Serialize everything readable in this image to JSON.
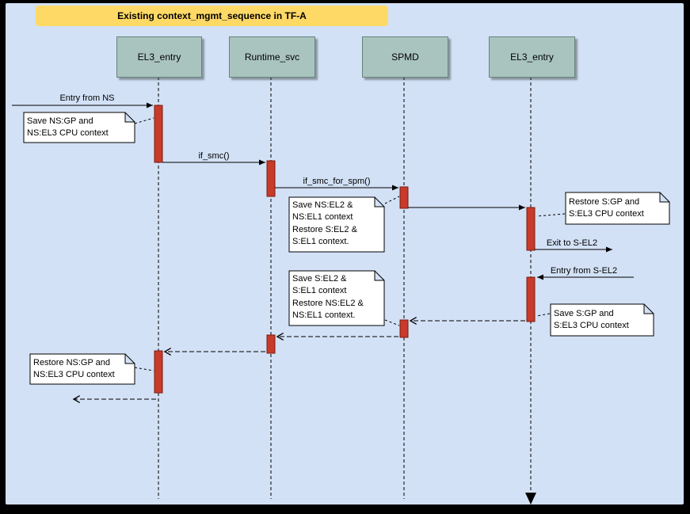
{
  "title": "Existing context_mgmt_sequence in TF-A",
  "participants": [
    {
      "label": "EL3_entry"
    },
    {
      "label": "Runtime_svc"
    },
    {
      "label": "SPMD"
    },
    {
      "label": "EL3_entry"
    }
  ],
  "messages": {
    "entry_from_ns": "Entry from NS",
    "if_smc": "if_smc()",
    "if_smc_for_spm": "if_smc_for_spm()",
    "exit_to_s_el2": "Exit to S-EL2",
    "entry_from_s_el2": "Entry from S-EL2"
  },
  "notes": {
    "save_ns_gp": "Save NS:GP and\nNS:EL3 CPU context",
    "save_ns_el2": "Save NS:EL2 &\nNS:EL1 context\nRestore S:EL2 &\nS:EL1 context.",
    "restore_s_gp": "Restore S:GP and\nS:EL3 CPU context",
    "save_s_el2": "Save S:EL2 &\nS:EL1 context\nRestore NS:EL2 &\nNS:EL1 context.",
    "save_s_gp": "Save S:GP and\nS:EL3 CPU context",
    "restore_ns_gp": "Restore NS:GP and\nNS:EL3 CPU context"
  },
  "colors": {
    "page_background": "#d3e1f6",
    "frame": "#000000",
    "title_fill": "#ffd966",
    "participant_fill": "#a9c4bf",
    "participant_border": "#67837e",
    "activation_fill": "#c73b2a",
    "activation_border": "#7e1b0e",
    "note_fill": "#ffffff",
    "line": "#000000"
  }
}
